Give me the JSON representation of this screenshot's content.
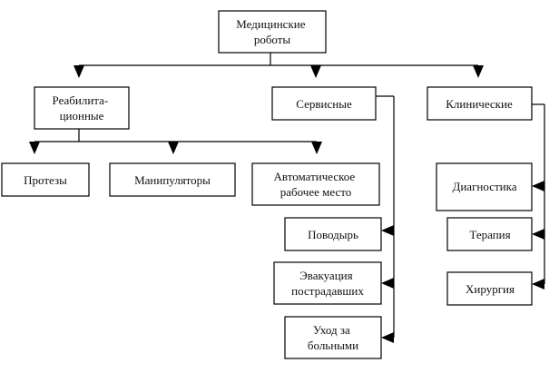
{
  "diagram": {
    "nodes": {
      "root": [
        "Медицинские",
        "роботы"
      ],
      "rehab": [
        "Реабилита-",
        "ционные"
      ],
      "service": [
        "Сервисные"
      ],
      "clinical": [
        "Клинические"
      ],
      "prostheses": [
        "Протезы"
      ],
      "manipulators": [
        "Манипуляторы"
      ],
      "workplace": [
        "Автоматическое",
        "рабочее место"
      ],
      "guide": [
        "Поводырь"
      ],
      "evacuation": [
        "Эвакуация",
        "пострадавших"
      ],
      "care": [
        "Уход за",
        "больными"
      ],
      "diagnostics": [
        "Диагностика"
      ],
      "therapy": [
        "Терапия"
      ],
      "surgery": [
        "Хирургия"
      ]
    },
    "colors": {
      "line": "#000000",
      "box_fill": "#ffffff",
      "text": "#111111"
    }
  }
}
